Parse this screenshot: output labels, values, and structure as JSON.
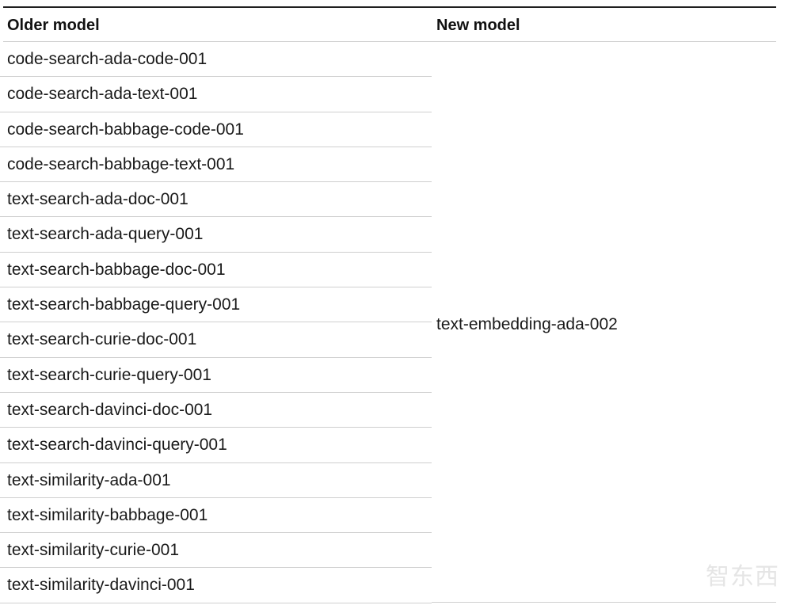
{
  "table": {
    "headers": {
      "old_model": "Older model",
      "new_model": "New model"
    },
    "old_models": [
      "code-search-ada-code-001",
      "code-search-ada-text-001",
      "code-search-babbage-code-001",
      "code-search-babbage-text-001",
      "text-search-ada-doc-001",
      "text-search-ada-query-001",
      "text-search-babbage-doc-001",
      "text-search-babbage-query-001",
      "text-search-curie-doc-001",
      "text-search-curie-query-001",
      "text-search-davinci-doc-001",
      "text-search-davinci-query-001",
      "text-similarity-ada-001",
      "text-similarity-babbage-001",
      "text-similarity-curie-001",
      "text-similarity-davinci-001"
    ],
    "new_model": "text-embedding-ada-002"
  },
  "watermark": {
    "text": "智东西"
  },
  "colors": {
    "text": "#1a1a1a",
    "rule_strong": "#1f1f1f",
    "rule_light": "#cfcfcf"
  }
}
